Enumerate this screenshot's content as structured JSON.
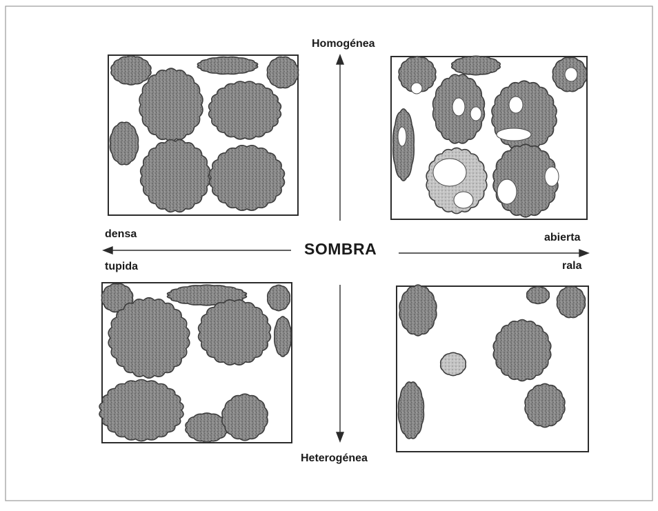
{
  "diagram": {
    "center_label": "SOMBRA",
    "top_label": "Homogénea",
    "bottom_label": "Heterogénea",
    "left_labels": [
      "densa",
      "tupida"
    ],
    "right_labels": [
      "abierta",
      "rala"
    ],
    "panels": [
      {
        "id": "homogenea-densa"
      },
      {
        "id": "homogenea-abierta"
      },
      {
        "id": "heterogenea-densa"
      },
      {
        "id": "heterogenea-abierta"
      }
    ],
    "colors": {
      "canopy": "#8a8a8a",
      "canopy_edge": "#3d3d3d",
      "canopy_light": "#bdbdbd",
      "frame": "#2b2b2b",
      "text": "#1a1a1a"
    }
  }
}
